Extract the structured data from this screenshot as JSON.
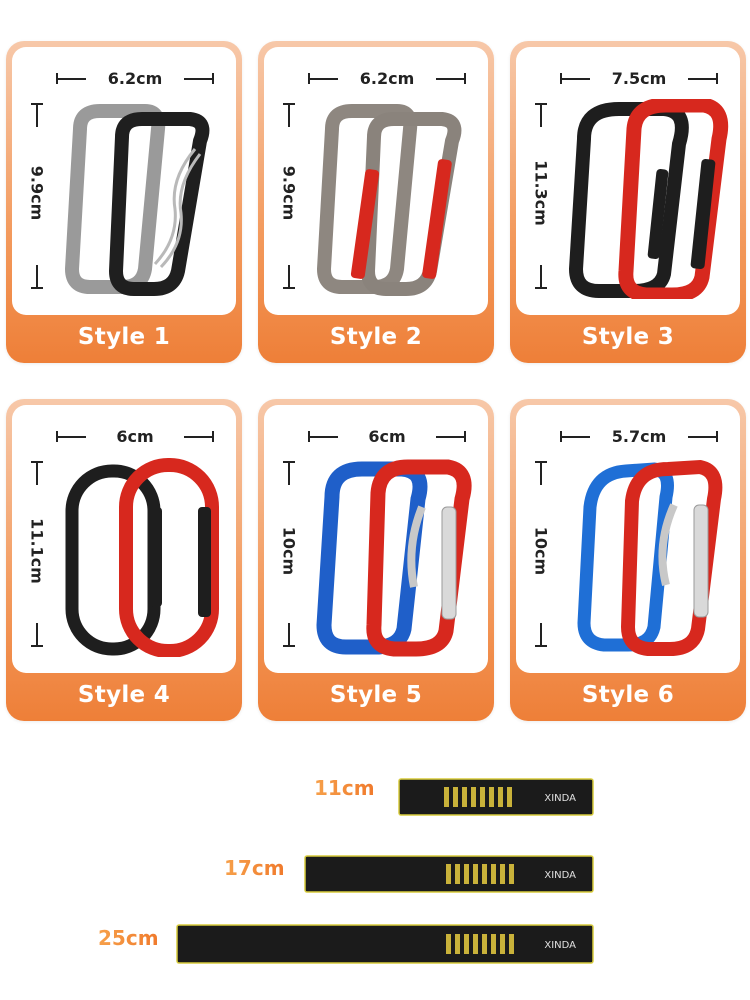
{
  "cards": [
    {
      "label": "Style 1",
      "width": "6.2cm",
      "height": "9.9cm",
      "colors": [
        "#9a9a9a",
        "#1f1f1f"
      ],
      "gate": "wire"
    },
    {
      "label": "Style 2",
      "width": "6.2cm",
      "height": "9.9cm",
      "colors": [
        "#8e8780",
        "#8a837c"
      ],
      "gate": "red-solid"
    },
    {
      "label": "Style 3",
      "width": "7.5cm",
      "height": "11.3cm",
      "colors": [
        "#1e1e1e",
        "#d7281e"
      ],
      "gate": "black-solid"
    },
    {
      "label": "Style 4",
      "width": "6cm",
      "height": "11.1cm",
      "colors": [
        "#1e1e1e",
        "#d7281e"
      ],
      "gate": "black-solid"
    },
    {
      "label": "Style 5",
      "width": "6cm",
      "height": "10cm",
      "colors": [
        "#1f5fc9",
        "#d7281e"
      ],
      "gate": "silver-solid"
    },
    {
      "label": "Style 6",
      "width": "5.7cm",
      "height": "10cm",
      "colors": [
        "#1f6fd6",
        "#d7281e"
      ],
      "gate": "silver-bent"
    }
  ],
  "straps": [
    {
      "label": "11cm",
      "brand": "XINDA"
    },
    {
      "label": "17cm",
      "brand": "XINDA"
    },
    {
      "label": "25cm",
      "brand": "XINDA"
    }
  ]
}
